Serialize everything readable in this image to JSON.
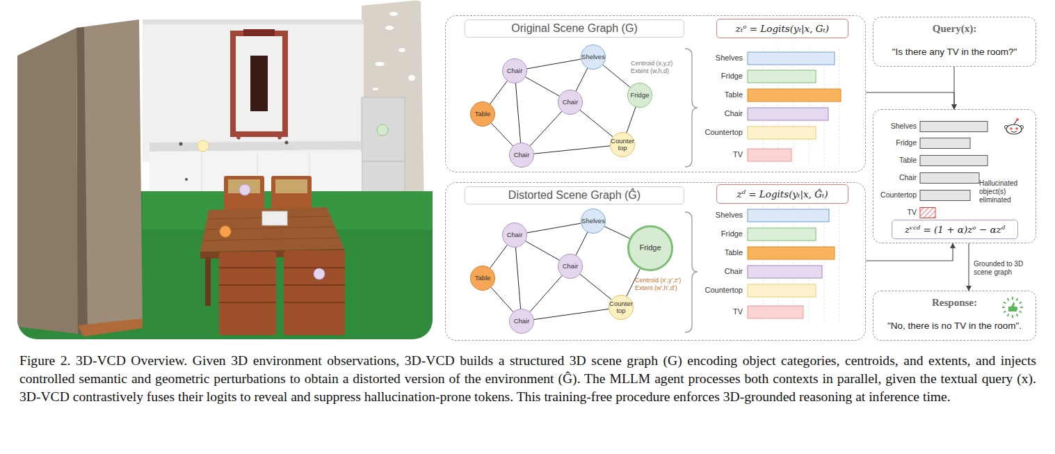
{
  "diagram": {
    "caption": "Figure 2. 3D-VCD Overview. Given 3D environment observations, 3D-VCD builds a structured 3D scene graph (G) encoding object categories, centroids, and extents, and injects controlled semantic and geometric perturbations to obtain a distorted version of the environment (Ĝ). The MLLM agent processes both contexts in parallel, given the textual query (x). 3D-VCD contrastively fuses their logits to reveal and suppress hallucination-prone tokens. This training-free procedure enforces 3D-grounded reasoning at inference time.",
    "nodes": [
      {
        "text": [
          "Original Scene Graph (G)"
        ]
      },
      {
        "text": [
          "zₜᵒ = Logits(yₜ|x, Gₜ)"
        ],
        "in": 0
      },
      {
        "text": [
          "Chair"
        ],
        "in": 0
      },
      {
        "text": [
          "Shelves"
        ],
        "in": 0
      },
      {
        "text": [
          "Table"
        ],
        "in": 0
      },
      {
        "text": [
          "Chair"
        ],
        "in": 0
      },
      {
        "text": [
          "Fridge"
        ],
        "in": 0
      },
      {
        "text": [
          "Chair"
        ],
        "in": 0
      },
      {
        "text": [
          "Counter top"
        ],
        "in": 0
      },
      {
        "text": [
          "Distorted Scene Graph (Ĝ)"
        ]
      },
      {
        "text": [
          "zᵈ = Logits(yₜ|x, Ĝₜ)"
        ],
        "in": 9
      },
      {
        "text": [
          "Chair"
        ],
        "in": 9
      },
      {
        "text": [
          "Shelves"
        ],
        "in": 9
      },
      {
        "text": [
          "Table"
        ],
        "in": 9
      },
      {
        "text": [
          "Chair"
        ],
        "in": 9
      },
      {
        "text": [
          "Fridge"
        ],
        "in": 9
      },
      {
        "text": [
          "Chair"
        ],
        "in": 9
      },
      {
        "text": [
          "Counter top"
        ],
        "in": 9
      },
      {
        "text": [
          "Query(x):",
          "\"Is there any TV in the room?\""
        ]
      },
      {
        "text": [
          "Hallucinated object(s) eliminated"
        ]
      },
      {
        "text": [
          "zᵛᶜᵈ = (1 + α)zᵒ − αzᵈ"
        ],
        "in": 19
      },
      {
        "text": [
          "Response:",
          "\"No, there is no TV in the room\"."
        ]
      }
    ],
    "edges": [
      {
        "from": 2,
        "to": 3,
        "arrow": "none"
      },
      {
        "from": 2,
        "to": 4,
        "arrow": "none"
      },
      {
        "from": 2,
        "to": 5,
        "arrow": "none"
      },
      {
        "from": 2,
        "to": 7,
        "arrow": "none"
      },
      {
        "from": 4,
        "to": 7,
        "arrow": "none"
      },
      {
        "from": 5,
        "to": 3,
        "arrow": "none"
      },
      {
        "from": 6,
        "to": 3,
        "arrow": "none"
      },
      {
        "from": 5,
        "to": 7,
        "arrow": "none"
      },
      {
        "from": 5,
        "to": 8,
        "arrow": "none"
      },
      {
        "from": 6,
        "to": 8,
        "arrow": "none"
      },
      {
        "from": 7,
        "to": 8,
        "arrow": "none"
      },
      {
        "from": 11,
        "to": 12,
        "arrow": "none"
      },
      {
        "from": 11,
        "to": 13,
        "arrow": "none"
      },
      {
        "from": 11,
        "to": 14,
        "arrow": "none"
      },
      {
        "from": 11,
        "to": 16,
        "arrow": "none"
      },
      {
        "from": 13,
        "to": 16,
        "arrow": "none"
      },
      {
        "from": 14,
        "to": 12,
        "arrow": "none"
      },
      {
        "from": 15,
        "to": 12,
        "arrow": "none"
      },
      {
        "from": 14,
        "to": 16,
        "arrow": "none"
      },
      {
        "from": 14,
        "to": 17,
        "arrow": "none"
      },
      {
        "from": 15,
        "to": 17,
        "arrow": "none"
      },
      {
        "from": 16,
        "to": 17,
        "arrow": "none"
      },
      {
        "from": 0,
        "to": 19,
        "arrow": "to"
      },
      {
        "from": 18,
        "to": 19,
        "arrow": "to"
      },
      {
        "from": 9,
        "to": 19,
        "arrow": "to"
      },
      {
        "from": 19,
        "to": 21,
        "label": "Grounded to 3D scene graph",
        "arrow": "to"
      }
    ],
    "labels": [
      "Centroid (x,y,z)",
      "Extent (w,h,d)",
      "Shelves",
      "Fridge",
      "Table",
      "Chair",
      "Countertop",
      "TV",
      "Centroid (x',y',z')",
      "Extent (w',h',d')",
      "Shelves",
      "Fridge",
      "Table",
      "Chair",
      "Countertop",
      "TV",
      "Shelves",
      "Fridge",
      "Table",
      "Chair",
      "Countertop",
      "TV"
    ]
  }
}
